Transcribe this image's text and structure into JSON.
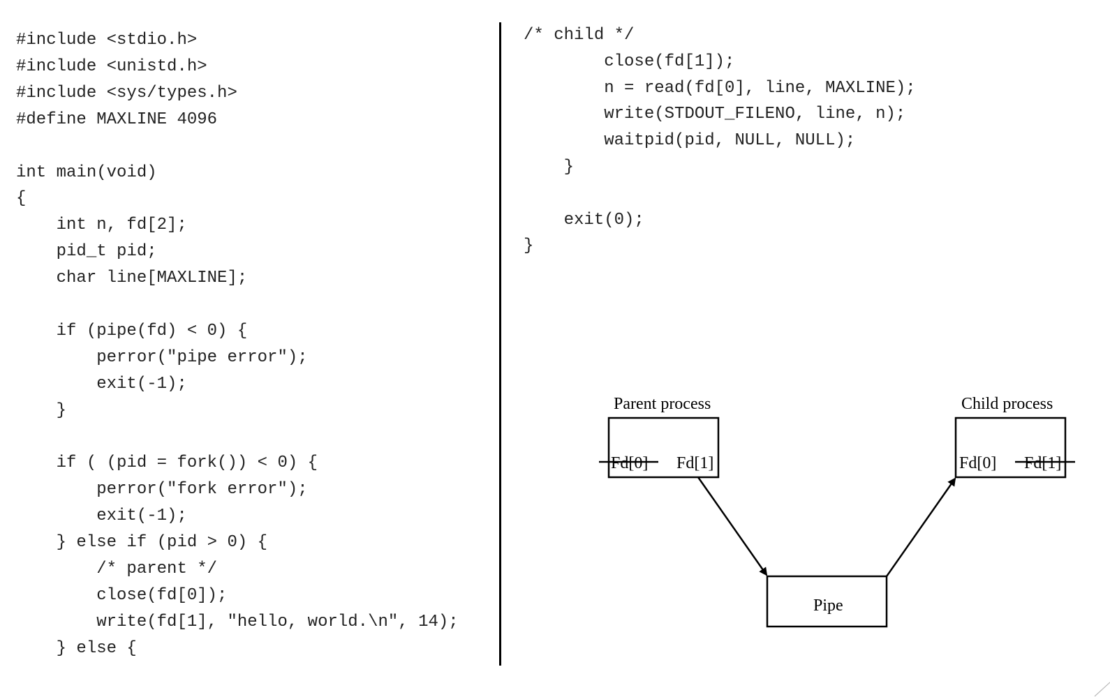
{
  "left_code": {
    "lines": [
      "#include <stdio.h>",
      "#include <unistd.h>",
      "#include <sys/types.h>",
      "#define MAXLINE 4096",
      "",
      "int main(void)",
      "{",
      "    int n, fd[2];",
      "    pid_t pid;",
      "    char line[MAXLINE];",
      "",
      "    if (pipe(fd) < 0) {",
      "        perror(\"pipe error\");",
      "        exit(-1);",
      "    }",
      "",
      "    if ( (pid = fork()) < 0) {",
      "        perror(\"fork error\");",
      "        exit(-1);",
      "    } else if (pid > 0) {",
      "        /* parent */",
      "        close(fd[0]);",
      "        write(fd[1], \"hello, world.\\n\", 14);",
      "    } else {"
    ]
  },
  "right_code": {
    "lines": [
      "/* child */",
      "        close(fd[1]);",
      "        n = read(fd[0], line, MAXLINE);",
      "        write(STDOUT_FILENO, line, n);",
      "        waitpid(pid, NULL, NULL);",
      "    }",
      "",
      "    exit(0);",
      "}"
    ]
  },
  "diagram": {
    "parent_title": "Parent process",
    "child_title": "Child process",
    "parent_fd0": "Fd[0]",
    "parent_fd1": "Fd[1]",
    "child_fd0": "Fd[0]",
    "child_fd1": "Fd[1]",
    "pipe_label": "Pipe"
  }
}
